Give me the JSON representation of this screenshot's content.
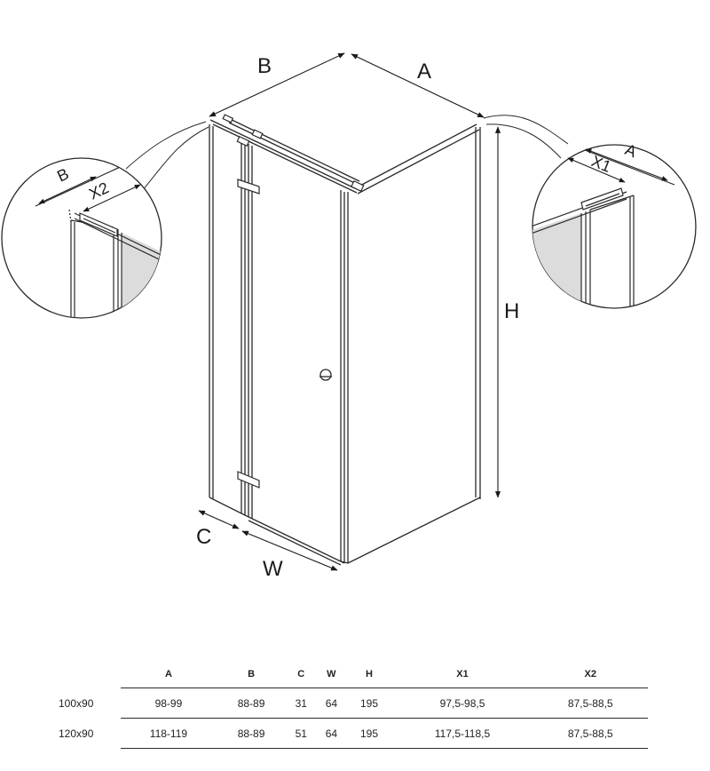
{
  "diagram": {
    "labels": {
      "A": "A",
      "B": "B",
      "C": "C",
      "W": "W",
      "H": "H",
      "X1": "X1",
      "X2": "X2",
      "detail_left_B": "B",
      "detail_right_A": "A"
    }
  },
  "table": {
    "headers": [
      "",
      "A",
      "B",
      "C",
      "W",
      "H",
      "X1",
      "X2"
    ],
    "rows": [
      [
        "100x90",
        "98-99",
        "88-89",
        "31",
        "64",
        "195",
        "97,5-98,5",
        "87,5-88,5"
      ],
      [
        "120x90",
        "118-119",
        "88-89",
        "51",
        "64",
        "195",
        "117,5-118,5",
        "87,5-88,5"
      ]
    ]
  }
}
